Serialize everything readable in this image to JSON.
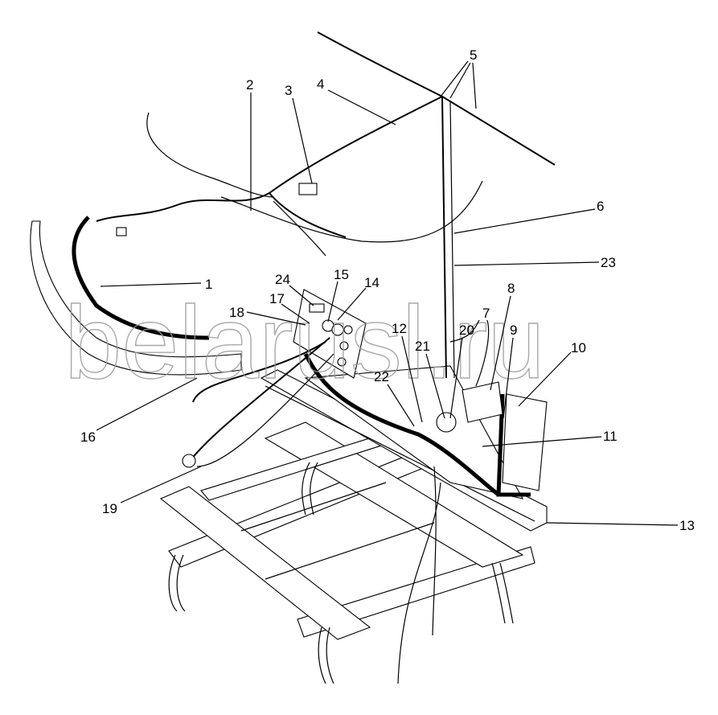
{
  "title": "Wiring harness assembly diagram",
  "watermark": "belarusl.ru",
  "callouts": [
    "1",
    "2",
    "3",
    "4",
    "5",
    "6",
    "7",
    "8",
    "9",
    "10",
    "11",
    "12",
    "13",
    "14",
    "15",
    "16",
    "17",
    "18",
    "19",
    "20",
    "21",
    "22",
    "23",
    "24"
  ]
}
